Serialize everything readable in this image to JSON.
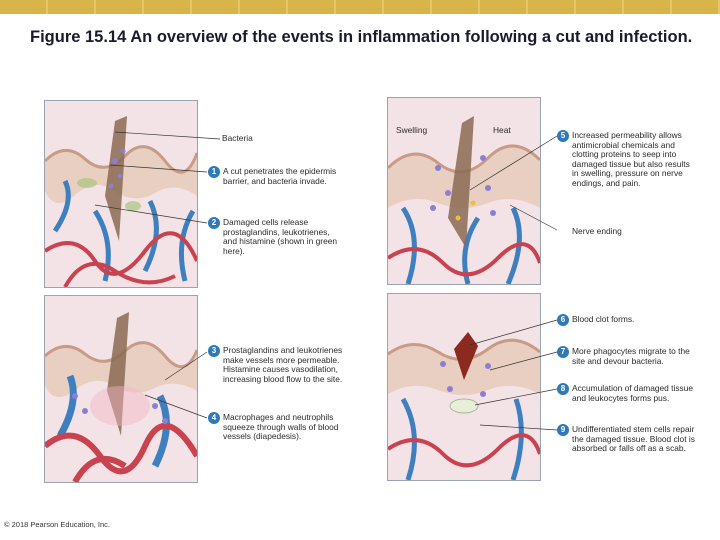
{
  "title": "Figure 15.14 An overview of the events in inflammation following a cut and infection.",
  "copyright": "© 2018 Pearson Education, Inc.",
  "panel_labels": {
    "bacteria": "Bacteria",
    "swelling": "Swelling",
    "heat": "Heat",
    "nerve_ending": "Nerve ending"
  },
  "steps": [
    {
      "num": "1",
      "text": "A cut penetrates the epidermis barrier, and bacteria invade."
    },
    {
      "num": "2",
      "text": "Damaged cells release prostaglandins, leukotrienes, and histamine (shown in green here)."
    },
    {
      "num": "3",
      "text": "Prostaglandins and leukotrienes make vessels more permeable. Histamine causes vasodilation, increasing blood flow to the site."
    },
    {
      "num": "4",
      "text": "Macrophages and neutrophils squeeze through walls of blood vessels (diapedesis)."
    },
    {
      "num": "5",
      "text": "Increased permeability allows antimicrobial chemicals and clotting proteins to seep into damaged tissue but also results in swelling, pressure on nerve endings, and pain."
    },
    {
      "num": "6",
      "text": "Blood clot forms."
    },
    {
      "num": "7",
      "text": "More phagocytes migrate to the site and devour bacteria."
    },
    {
      "num": "8",
      "text": "Accumulation of damaged tissue and leukocytes forms pus."
    },
    {
      "num": "9",
      "text": "Undifferentiated stem cells repair the damaged tissue. Blood clot is absorbed or falls off as a scab."
    }
  ],
  "colors": {
    "step_badge": "#2e79b8",
    "artery": "#c8434f",
    "vein": "#3d7fbf",
    "epidermis": "#e7c7b7",
    "clot": "#8b2a1e"
  }
}
